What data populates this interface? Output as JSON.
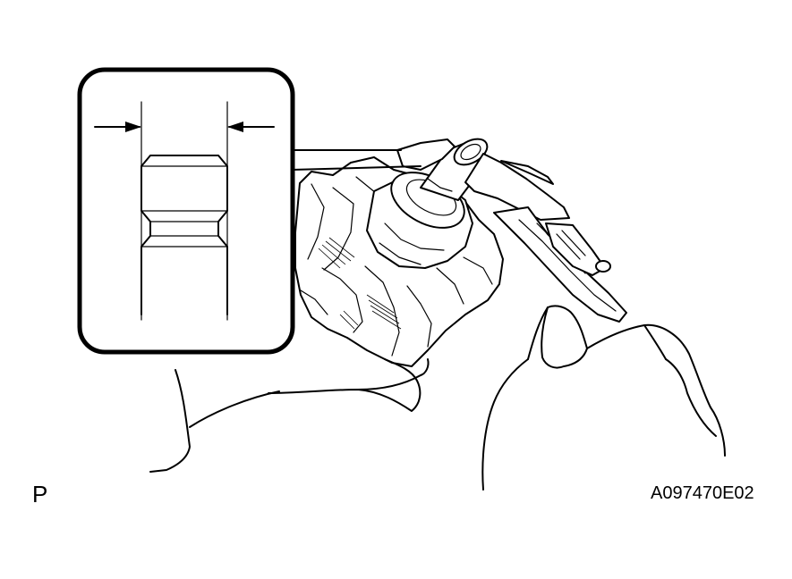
{
  "labels": {
    "view_mark": "P",
    "figure_code": "A097470E02"
  },
  "icons": {
    "detail_inset": "shaft-measurement-detail",
    "caliper": "vernier-caliper-icon",
    "component": "rotor-shaft",
    "hands": "hands-holding-part"
  }
}
